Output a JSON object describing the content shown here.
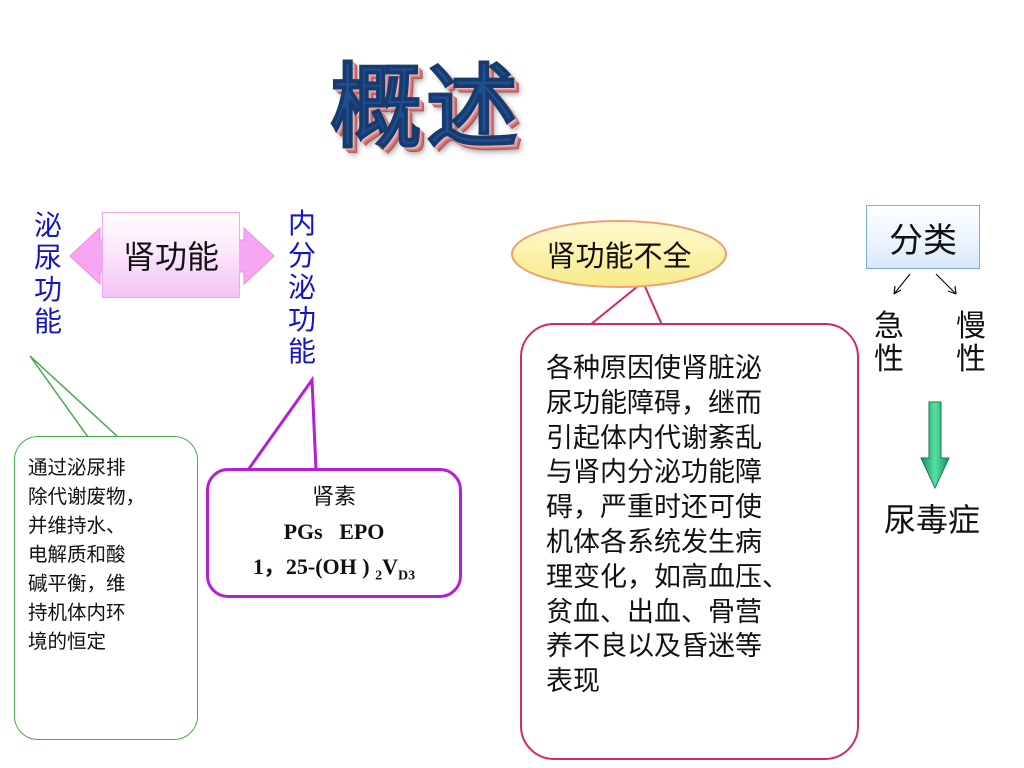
{
  "title": "概述",
  "left": {
    "excretory_chars": [
      "泌",
      "尿",
      "功",
      "能"
    ],
    "kidney_function": "肾功能",
    "endocrine_chars": [
      "内",
      "分",
      "泌",
      "功",
      "能"
    ],
    "callout_green": "通过泌尿排\n除代谢废物，\n并维持水、\n电解质和酸\n碱平衡，维\n持机体内环\n境的恒定",
    "callout_purple": {
      "line1": "肾素",
      "line2": "PGs   EPO",
      "line3_prefix": "1，25-(OH )",
      "sub_2": "2",
      "v": "V",
      "sub_d3": "D3"
    }
  },
  "middle": {
    "renal_insufficiency": "肾功能不全",
    "callout_red": "各种原因使肾脏泌\n尿功能障碍，继而\n引起体内代谢紊乱\n与肾内分泌功能障\n碍，严重时还可使\n机体各系统发生病\n理变化，如高血压、\n贫血、出血、骨营\n养不良以及昏迷等\n表现"
  },
  "right": {
    "classification": "分类",
    "acute_chars": [
      "急",
      "性"
    ],
    "chronic_chars": [
      "慢",
      "性"
    ],
    "uremia": "尿毒症"
  },
  "colors": {
    "title_blue": "#1f4f91",
    "vertical_text_blue": "#1414c8",
    "double_arrow_pink": "#f7a6f3",
    "green_callout_border": "#4aa94a",
    "purple_callout_border": "#b51ed6",
    "red_callout_border": "#d2286e",
    "oval_fill": "#fbf4a6",
    "oval_border": "#f0a070",
    "down_arrow_green": "#36c98a"
  }
}
